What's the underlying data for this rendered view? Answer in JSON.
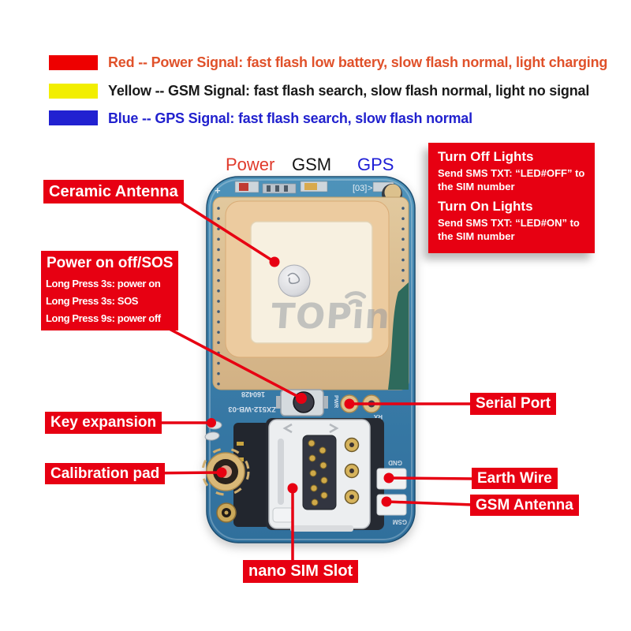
{
  "colors": {
    "tag_red": "#e70012",
    "leader_line_red": "#e70012",
    "legend_red_swatch": "#ee0000",
    "legend_yellow_swatch": "#f2ee00",
    "legend_blue_swatch": "#2121d1",
    "legend_red_text": "#e0512a",
    "legend_blue_text": "#2121ce",
    "pcb_blue": "#3f82ab",
    "antenna_gold": "#d9bc8b"
  },
  "legend": {
    "rows": [
      {
        "name": "red",
        "text": "Red -- Power Signal: fast flash low battery, slow flash normal, light charging"
      },
      {
        "name": "yellow",
        "text": "Yellow -- GSM Signal: fast flash search, slow flash normal, light no signal"
      },
      {
        "name": "blue",
        "text": "Blue -- GPS Signal: fast flash search, slow flash normal"
      }
    ]
  },
  "board_labels": {
    "power": "Power",
    "gsm": "GSM",
    "gps": "GPS"
  },
  "callouts": {
    "ceramic_antenna": "Ceramic Antenna",
    "power_sos": {
      "title": "Power on off/SOS",
      "lines": [
        "Long Press 3s: power on",
        "Long Press 3s: SOS",
        "Long Press 9s: power off"
      ]
    },
    "key_expansion": "Key expansion",
    "calibration_pad": "Calibration pad",
    "nano_sim": "nano SIM Slot",
    "serial_port": "Serial Port",
    "earth_wire": "Earth Wire",
    "gsm_antenna": "GSM Antenna",
    "lights": {
      "off_title": "Turn Off Lights",
      "off_body": "Send SMS TXT: “LED#OFF” to the SIM number",
      "on_title": "Turn On Lights",
      "on_body": "Send SMS TXT: “LED#ON” to the SIM number"
    }
  },
  "board": {
    "watermark": "TOPin",
    "silkscreen": {
      "model": "ZX512-WB-03",
      "date": "160428",
      "pwr": "PWR",
      "rx": "RX",
      "gnd": "GND",
      "gsm": "GSM",
      "plus": "+",
      "led_mark": "[03]",
      "arrow": ">"
    }
  }
}
